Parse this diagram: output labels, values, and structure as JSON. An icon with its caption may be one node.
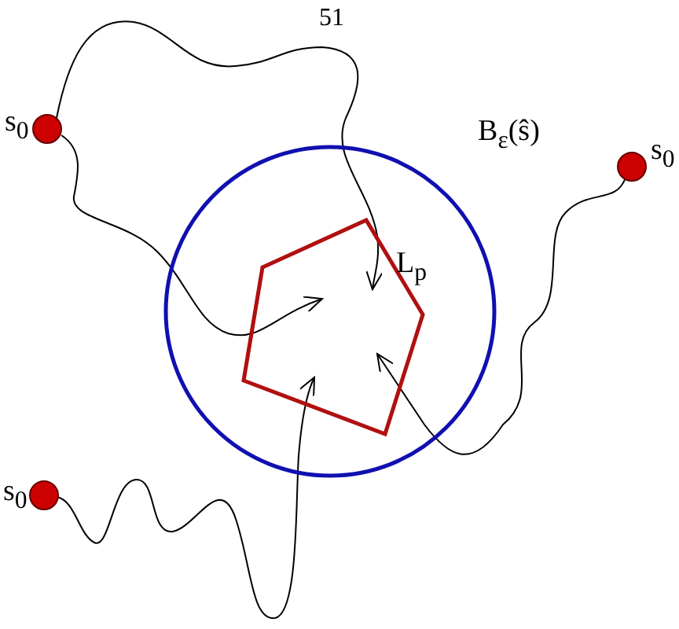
{
  "diagram": {
    "nodes": [
      {
        "text": [
          "B$_{ε}$(ŝ)"
        ]
      },
      {
        "text": [
          "L$_{p}$"
        ],
        "in": 0
      },
      {
        "text": [],
        "shape": "circle",
        "beside": [
          "s$_{0}$"
        ]
      },
      {
        "text": [],
        "shape": "circle",
        "beside": [
          "s$_{0}$"
        ]
      },
      {
        "text": [],
        "shape": "circle",
        "beside": [
          "s$_{0}$"
        ]
      }
    ],
    "edges": [
      {
        "from": 2,
        "to": 1,
        "arrow": "to"
      },
      {
        "from": 2,
        "to": 1,
        "arrow": "to"
      },
      {
        "from": 3,
        "to": 1,
        "arrow": "to"
      },
      {
        "from": 4,
        "to": 1,
        "arrow": "to"
      }
    ],
    "labels": [
      "51"
    ]
  }
}
